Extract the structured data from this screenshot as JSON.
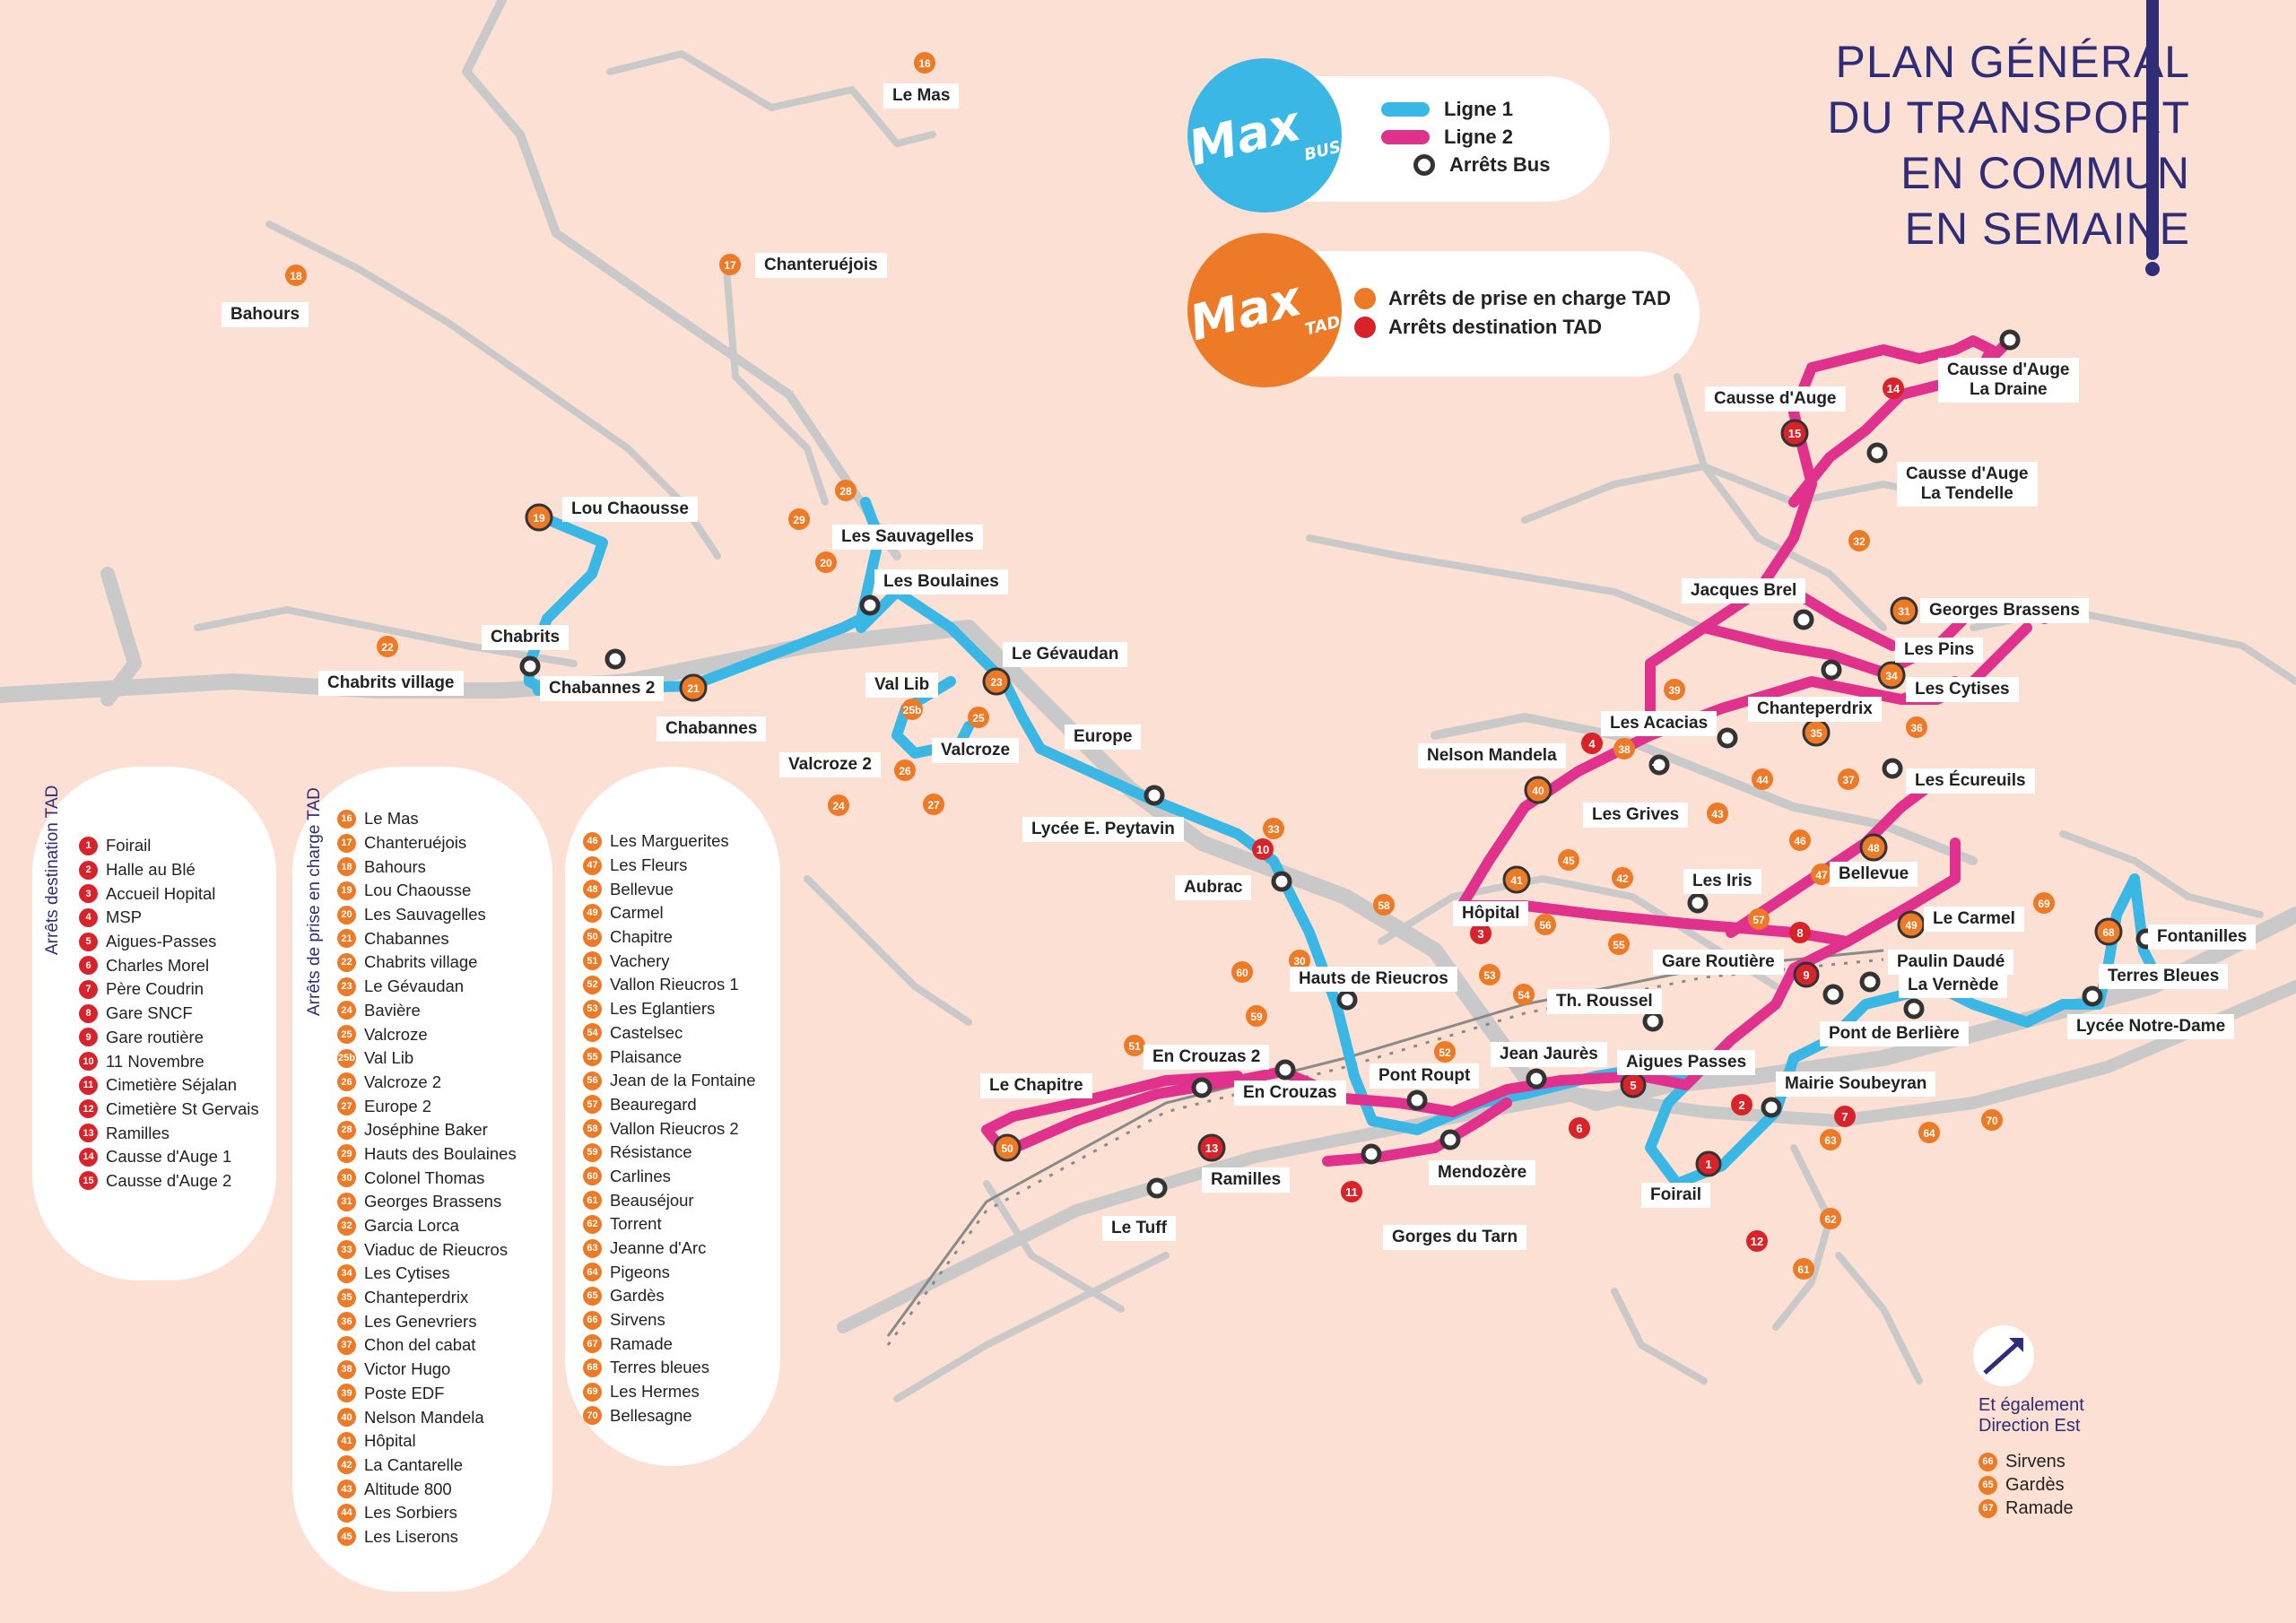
{
  "title": {
    "lines": [
      "PLAN GÉNÉRAL",
      "DU TRANSPORT",
      "EN COMMUN",
      "EN SEMAINE"
    ]
  },
  "colors": {
    "background": "#fbe0d3",
    "ligne1": "#3bb7e6",
    "ligne2": "#e0318d",
    "tad_pickup": "#ec7a26",
    "tad_destination": "#d8232a",
    "roads": "#c8c8c8",
    "title": "#2f2c78"
  },
  "legend_bus": {
    "logo_big": "Max",
    "logo_small": "BUS",
    "ligne1": "Ligne 1",
    "ligne2": "Ligne 2",
    "stops": "Arrêts Bus"
  },
  "legend_tad": {
    "logo_big": "Max",
    "logo_small": "TAD",
    "pickup": "Arrêts de prise en charge TAD",
    "destination": "Arrêts destination TAD"
  },
  "map_labels": [
    "Le Mas",
    "Chanteruéjois",
    "Bahours",
    "Lou Chaousse",
    "Les Sauvagelles",
    "Les Boulaines",
    "Chabrits",
    "Chabrits village",
    "Chabannes 2",
    "Chabannes",
    "Le Gévaudan",
    "Val Lib",
    "Europe",
    "Valcroze",
    "Valcroze 2",
    "Lycée E. Peytavin",
    "Aubrac",
    "Hauts de Rieucros",
    "En Crouzas 2",
    "En Crouzas",
    "Le Chapitre",
    "Ramilles",
    "Le Tuff",
    "Pont Roupt",
    "Jean Jaurès",
    "Mendozère",
    "Gorges du Tarn",
    "Th. Roussel",
    "Aigues Passes",
    "Foirail",
    "Mairie Soubeyran",
    "Gare Routière",
    "Pont de Berlière",
    "Paulin Daudé",
    "La Vernède",
    "Le Carmel",
    "Fontanilles",
    "Terres Bleues",
    "Lycée Notre-Dame",
    "Hôpital",
    "Nelson Mandela",
    "Les Acacias",
    "Les Grives",
    "Les Iris",
    "Bellevue",
    "Chanteperdrix",
    "Les Écureuils",
    "Les Cytises",
    "Les Pins",
    "Georges Brassens",
    "Jacques Brel",
    "Causse d'Auge",
    "Causse d'Auge\nLa Draine",
    "Causse d'Auge\nLa Tendelle"
  ],
  "panel_destination": {
    "title": "Arrêts destination TAD",
    "items": [
      {
        "n": "1",
        "name": "Foirail"
      },
      {
        "n": "2",
        "name": "Halle au Blé"
      },
      {
        "n": "3",
        "name": "Accueil Hopital"
      },
      {
        "n": "4",
        "name": "MSP"
      },
      {
        "n": "5",
        "name": "Aigues-Passes"
      },
      {
        "n": "6",
        "name": "Charles Morel"
      },
      {
        "n": "7",
        "name": "Père Coudrin"
      },
      {
        "n": "8",
        "name": "Gare SNCF"
      },
      {
        "n": "9",
        "name": "Gare routière"
      },
      {
        "n": "10",
        "name": "11 Novembre"
      },
      {
        "n": "11",
        "name": "Cimetière Séjalan"
      },
      {
        "n": "12",
        "name": "Cimetière St Gervais"
      },
      {
        "n": "13",
        "name": "Ramilles"
      },
      {
        "n": "14",
        "name": "Causse d'Auge 1"
      },
      {
        "n": "15",
        "name": "Causse d'Auge 2"
      }
    ]
  },
  "panel_pickup": {
    "title": "Arrêts de prise en charge TAD",
    "col1": [
      {
        "n": "16",
        "name": "Le Mas"
      },
      {
        "n": "17",
        "name": "Chanteruéjois"
      },
      {
        "n": "18",
        "name": "Bahours"
      },
      {
        "n": "19",
        "name": "Lou Chaousse"
      },
      {
        "n": "20",
        "name": "Les Sauvagelles"
      },
      {
        "n": "21",
        "name": "Chabannes"
      },
      {
        "n": "22",
        "name": "Chabrits village"
      },
      {
        "n": "23",
        "name": "Le Gévaudan"
      },
      {
        "n": "24",
        "name": "Bavière"
      },
      {
        "n": "25",
        "name": "Valcroze"
      },
      {
        "n": "25b",
        "name": "Val Lib"
      },
      {
        "n": "26",
        "name": "Valcroze 2"
      },
      {
        "n": "27",
        "name": "Europe 2"
      },
      {
        "n": "28",
        "name": "Joséphine Baker"
      },
      {
        "n": "29",
        "name": "Hauts des Boulaines"
      },
      {
        "n": "30",
        "name": "Colonel Thomas"
      },
      {
        "n": "31",
        "name": "Georges Brassens"
      },
      {
        "n": "32",
        "name": "Garcia Lorca"
      },
      {
        "n": "33",
        "name": "Viaduc de Rieucros"
      },
      {
        "n": "34",
        "name": "Les Cytises"
      },
      {
        "n": "35",
        "name": "Chanteperdrix"
      },
      {
        "n": "36",
        "name": "Les Genevriers"
      },
      {
        "n": "37",
        "name": "Chon del cabat"
      },
      {
        "n": "38",
        "name": "Victor Hugo"
      },
      {
        "n": "39",
        "name": "Poste EDF"
      },
      {
        "n": "40",
        "name": "Nelson Mandela"
      },
      {
        "n": "41",
        "name": "Hôpital"
      },
      {
        "n": "42",
        "name": "La Cantarelle"
      },
      {
        "n": "43",
        "name": "Altitude 800"
      },
      {
        "n": "44",
        "name": "Les Sorbiers"
      },
      {
        "n": "45",
        "name": "Les Liserons"
      }
    ],
    "col2": [
      {
        "n": "46",
        "name": "Les Marguerites"
      },
      {
        "n": "47",
        "name": "Les Fleurs"
      },
      {
        "n": "48",
        "name": "Bellevue"
      },
      {
        "n": "49",
        "name": "Carmel"
      },
      {
        "n": "50",
        "name": "Chapitre"
      },
      {
        "n": "51",
        "name": "Vachery"
      },
      {
        "n": "52",
        "name": "Vallon Rieucros 1"
      },
      {
        "n": "53",
        "name": "Les Eglantiers"
      },
      {
        "n": "54",
        "name": "Castelsec"
      },
      {
        "n": "55",
        "name": "Plaisance"
      },
      {
        "n": "56",
        "name": "Jean de la Fontaine"
      },
      {
        "n": "57",
        "name": "Beauregard"
      },
      {
        "n": "58",
        "name": "Vallon Rieucros 2"
      },
      {
        "n": "59",
        "name": "Résistance"
      },
      {
        "n": "60",
        "name": "Carlines"
      },
      {
        "n": "61",
        "name": "Beauséjour"
      },
      {
        "n": "62",
        "name": "Torrent"
      },
      {
        "n": "63",
        "name": "Jeanne d'Arc"
      },
      {
        "n": "64",
        "name": "Pigeons"
      },
      {
        "n": "65",
        "name": "Gardès"
      },
      {
        "n": "66",
        "name": "Sirvens"
      },
      {
        "n": "67",
        "name": "Ramade"
      },
      {
        "n": "68",
        "name": "Terres bleues"
      },
      {
        "n": "69",
        "name": "Les Hermes"
      },
      {
        "n": "70",
        "name": "Bellesagne"
      }
    ]
  },
  "direction_est": {
    "line1": "Et également",
    "line2": "Direction Est",
    "items": [
      {
        "n": "66",
        "name": "Sirvens"
      },
      {
        "n": "65",
        "name": "Gardès"
      },
      {
        "n": "67",
        "name": "Ramade"
      }
    ]
  }
}
